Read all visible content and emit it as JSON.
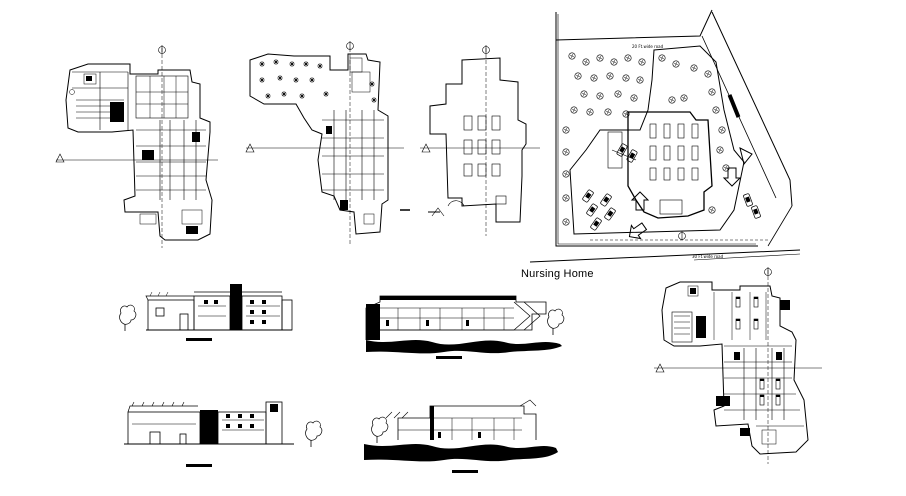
{
  "drawing": {
    "title": "Nursing Home",
    "road_top": "20 Ft.wide road",
    "road_bottom": "30 Ft.wide road"
  },
  "colors": {
    "line": "#000000",
    "background": "#ffffff"
  },
  "icons": [
    "tree-icon",
    "north-arrow-icon",
    "entry-arrow-icon",
    "parked-car-icon"
  ]
}
